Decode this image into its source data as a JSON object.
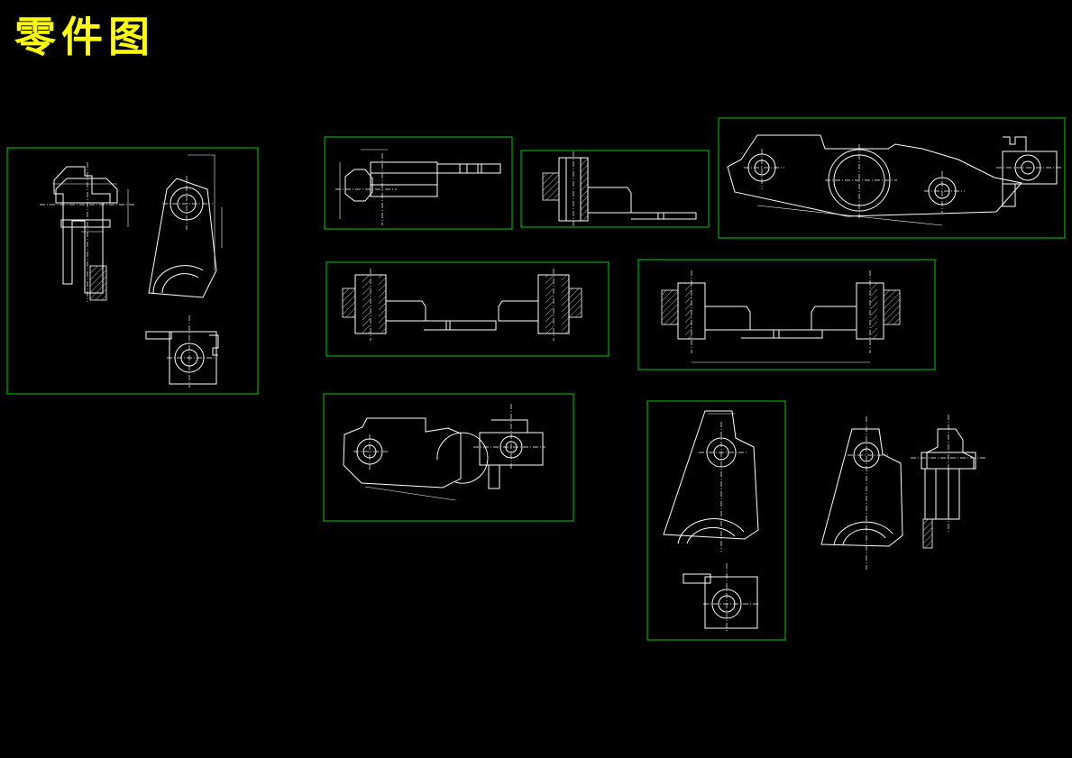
{
  "drawing": {
    "title": "零件图",
    "title_color": "#ffff00",
    "frame_color": "#00cc00",
    "line_color": "#ffffff",
    "background": "#000000"
  },
  "views": [
    {
      "id": "view-fork-main"
    },
    {
      "id": "view-fork-top-profile"
    },
    {
      "id": "view-fork-section-small"
    },
    {
      "id": "view-lever-plate"
    },
    {
      "id": "view-double-clamp-a"
    },
    {
      "id": "view-double-clamp-b"
    },
    {
      "id": "view-lever-arm-with-side"
    },
    {
      "id": "view-fork-variant-framed"
    },
    {
      "id": "view-fork-variant-unframed"
    }
  ]
}
